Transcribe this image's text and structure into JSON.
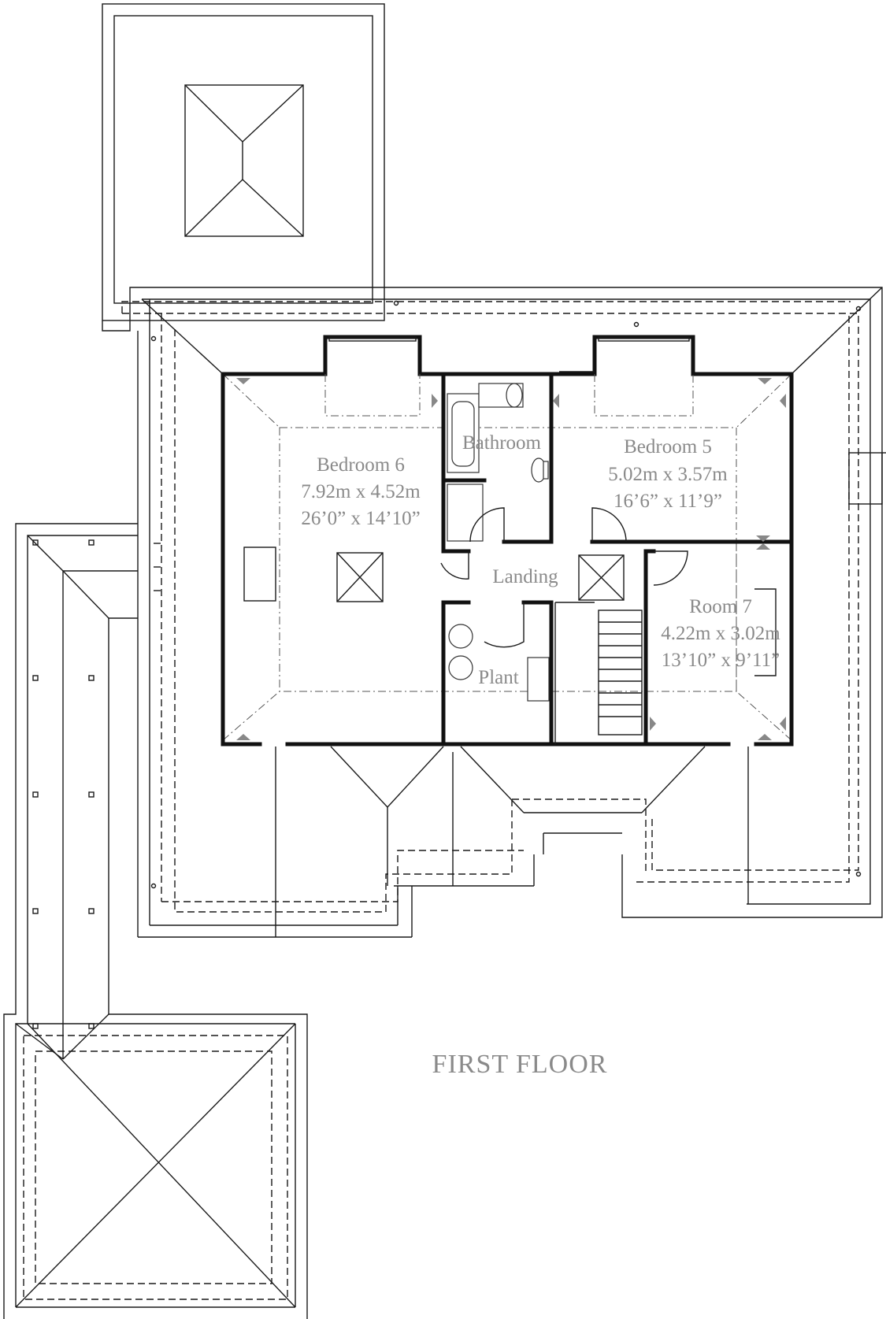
{
  "floor_title": "FIRST FLOOR",
  "rooms": [
    {
      "name": "Bedroom 6",
      "metric": "7.92m x 4.52m",
      "imperial": "26’0” x 14’10”"
    },
    {
      "name": "Bedroom 5",
      "metric": "5.02m x 3.57m",
      "imperial": "16’6” x 11’9”"
    },
    {
      "name": "Room 7",
      "metric": "4.22m x 3.02m",
      "imperial": "13’10” x 9’11”"
    },
    {
      "name": "Bathroom"
    },
    {
      "name": "Landing"
    },
    {
      "name": "Plant"
    }
  ]
}
